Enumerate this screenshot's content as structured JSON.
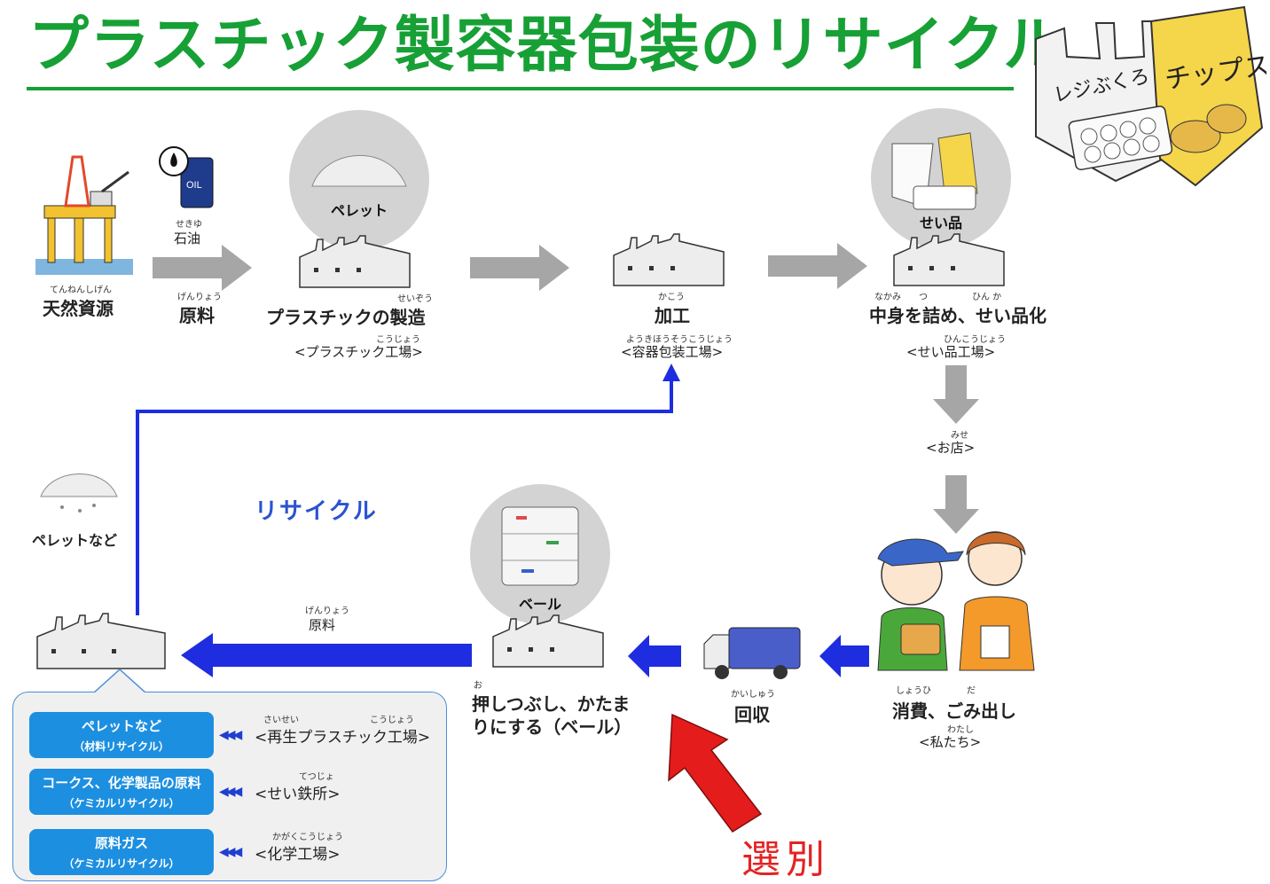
{
  "title": "プラスチック製容器包装のリサイクル",
  "illustrations": {
    "bag_text": "レジぶくろ",
    "chips_text": "チップス",
    "oil_drum_text": "OIL"
  },
  "top_flow": {
    "natural_resources": {
      "ruby": "てんねんしげん",
      "label": "天然資源"
    },
    "oil": {
      "ruby": "せきゆ",
      "label": "石油"
    },
    "raw_material": {
      "ruby": "げんりょう",
      "label": "原料"
    },
    "pellet_circle": "ペレット",
    "plastic_manufacture": {
      "ruby": "せいぞう",
      "label": "プラスチックの製造",
      "place_ruby": "こうじょう",
      "place": "<プラスチック工場>"
    },
    "processing": {
      "ruby": "かこう",
      "label": "加工",
      "place_ruby": "ようきほうそうこうじょう",
      "place": "<容器包装工場>"
    },
    "product_circle": "せい品",
    "filling": {
      "ruby": "なかみ　　つ　　　　　ひん か",
      "label": "中身を詰め、せい品化",
      "place_ruby": "ひんこうじょう",
      "place": "<せい品工場>"
    }
  },
  "store": {
    "ruby": "みせ",
    "label": "<お店>"
  },
  "consumption": {
    "ruby": "しょうひ　　　　だ",
    "label": "消費、ごみ出し",
    "who_ruby": "わたし",
    "who": "<私たち>"
  },
  "collection": {
    "ruby": "かいしゅう",
    "label": "回収"
  },
  "bale": {
    "circle": "ベール",
    "ruby": "お",
    "label_line1": "押しつぶし、かたま",
    "label_line2": "りにする（ベール）"
  },
  "raw_material_bottom": {
    "ruby": "げんりょう",
    "label": "原料"
  },
  "recycle_label": "リサイクル",
  "pellets_etc": "ペレットなど",
  "sorting": "選別",
  "legend": [
    {
      "title": "ペレットなど",
      "sub": "（材料リサイクル）",
      "dest_ruby": "さいせい　　　　　　　　こうじょう",
      "dest": "<再生プラスチック工場>"
    },
    {
      "title": "コークス、化学製品の原料",
      "sub": "（ケミカルリサイクル）",
      "dest_ruby": "てつじょ",
      "dest": "<せい鉄所>"
    },
    {
      "title": "原料ガス",
      "sub": "（ケミカルリサイクル）",
      "dest_ruby": "かがくこうじょう",
      "dest": "<化学工場>"
    }
  ],
  "colors": {
    "title": "#17a035",
    "recycle": "#2a52d1",
    "blue_arrow": "#1e2ddf",
    "gray_arrow": "#a6a6a6",
    "sorting": "#e52222",
    "pill": "#1d8fe0"
  }
}
